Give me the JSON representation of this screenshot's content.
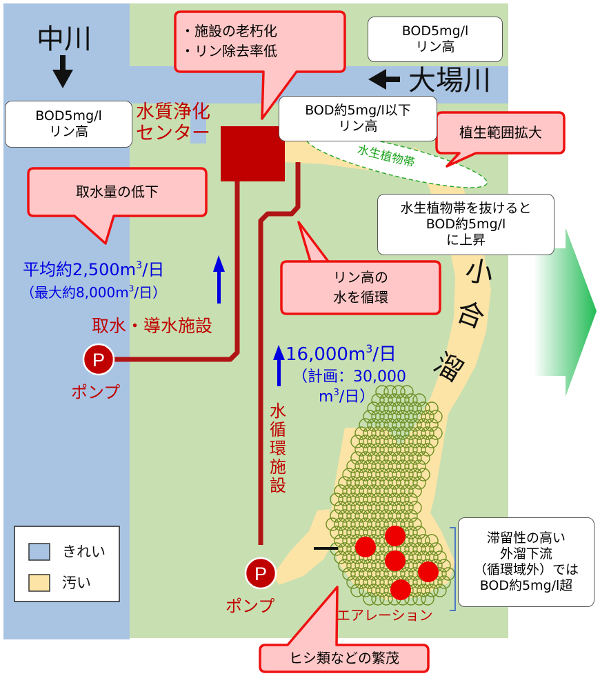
{
  "rivers": {
    "nakagawa": "中川",
    "obagawa": "大場川",
    "river_vertical": [
      "小",
      "合",
      "溜"
    ]
  },
  "labels": {
    "center_line1": "水質浄化",
    "center_line2": "センター",
    "intake_facility": "取水・導水施設",
    "pump_left": "ポンプ",
    "pump_bottom": "ポンプ",
    "pump_symbol": "P",
    "circulation_vertical": [
      "水",
      "循",
      "環",
      "施",
      "設"
    ],
    "aquatic_zone": "水生植物帯",
    "aeration": "エアレーション"
  },
  "flows": {
    "intake_avg": "平均約2,500m",
    "intake_avg_sup": "3",
    "intake_avg_unit": "/日",
    "intake_max": "（最大約8,000m",
    "intake_max_sup": "3",
    "intake_max_unit": "/日）",
    "circ_main": "16,000m",
    "circ_main_sup": "3",
    "circ_main_unit": "/日",
    "circ_plan1": "（計画：30,000",
    "circ_plan2": "m",
    "circ_plan2_sup": "3",
    "circ_plan2_unit": "/日）"
  },
  "info_boxes": {
    "top_right": [
      "BOD5mg/l",
      "リン高"
    ],
    "left": [
      "BOD5mg/l",
      "リン高"
    ],
    "center": [
      "BOD約5mg/l以下",
      "リン高"
    ],
    "aquatic": [
      "水生植物帯を抜けると",
      "BOD約5mg/l",
      "に上昇"
    ],
    "bottom_right": [
      "滞留性の高い",
      "外溜下流",
      "（循環域外）では",
      "BOD約5mg/l超"
    ]
  },
  "callouts": {
    "aging": [
      "・施設の老朽化",
      "・リン除去率低"
    ],
    "intake_drop": "取水量の低下",
    "vegetation": "植生範囲拡大",
    "circulate": [
      "リン高の",
      "水を循環"
    ],
    "water_chestnut": "ヒシ類などの繁茂"
  },
  "legend": {
    "items": [
      {
        "label": "きれい",
        "color": "#a9c4e3"
      },
      {
        "label": "汚い",
        "color": "#fce4a6"
      }
    ]
  },
  "colors": {
    "clean_water": "#a9c4e3",
    "dirty_water": "#fce4a6",
    "land": "#c8dfb1",
    "pipe": "#b01515",
    "facility": "#c00000",
    "callout_fill": "#ffc7c7",
    "callout_stroke": "#ee1111",
    "arrow_blue": "#0000e0",
    "aeration_dot": "#ee0000",
    "plant_circle": "#6b8e23",
    "next_arrow": "#22bb55"
  }
}
